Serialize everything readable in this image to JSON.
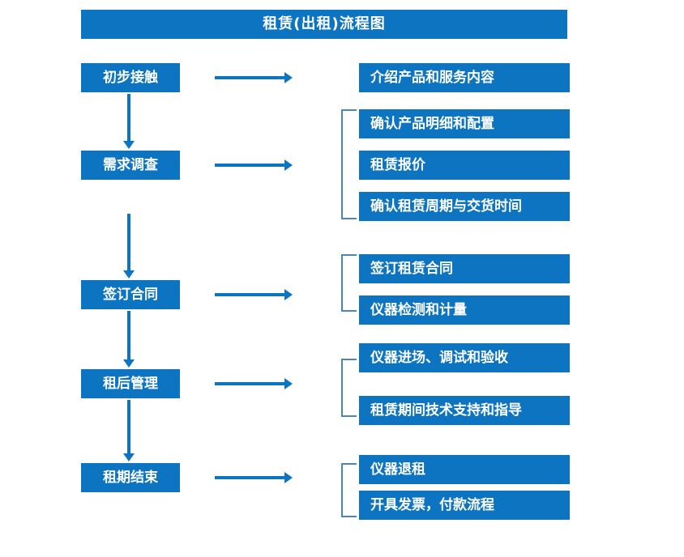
{
  "chart_data": {
    "type": "diagram",
    "title": "租赁(出租)流程图",
    "diagram_kind": "flowchart",
    "orientation": "vertical-stages-with-right-details",
    "stages": [
      {
        "stage": "初步接触",
        "details": [
          "介绍产品和服务内容"
        ],
        "grouped": false
      },
      {
        "stage": "需求调查",
        "details": [
          "确认产品明细和配置",
          "租赁报价",
          "确认租赁周期与交货时间"
        ],
        "grouped": true
      },
      {
        "stage": "签订合同",
        "details": [
          "签订租赁合同",
          "仪器检测和计量"
        ],
        "grouped": true
      },
      {
        "stage": "租后管理",
        "details": [
          "仪器进场、调试和验收",
          "租赁期间技术支持和指导"
        ],
        "grouped": true
      },
      {
        "stage": "租期结束",
        "details": [
          "仪器退租",
          "开具发票，付款流程"
        ],
        "grouped": true
      }
    ],
    "colors": {
      "box_fill": "#0c74c0",
      "box_text": "#ffffff",
      "arrow": "#0c74c0",
      "bracket": "#4a86b8",
      "background": "#ffffff"
    }
  },
  "header": {
    "title": "租赁(出租)流程图"
  },
  "stages": [
    {
      "label": "初步接触"
    },
    {
      "label": "需求调查"
    },
    {
      "label": "签订合同"
    },
    {
      "label": "租后管理"
    },
    {
      "label": "租期结束"
    }
  ],
  "details": [
    {
      "label": "介绍产品和服务内容"
    },
    {
      "label": "确认产品明细和配置"
    },
    {
      "label": "租赁报价"
    },
    {
      "label": "确认租赁周期与交货时间"
    },
    {
      "label": "签订租赁合同"
    },
    {
      "label": "仪器检测和计量"
    },
    {
      "label": "仪器进场、调试和验收"
    },
    {
      "label": "租赁期间技术支持和指导"
    },
    {
      "label": "仪器退租"
    },
    {
      "label": "开具发票，付款流程"
    }
  ]
}
